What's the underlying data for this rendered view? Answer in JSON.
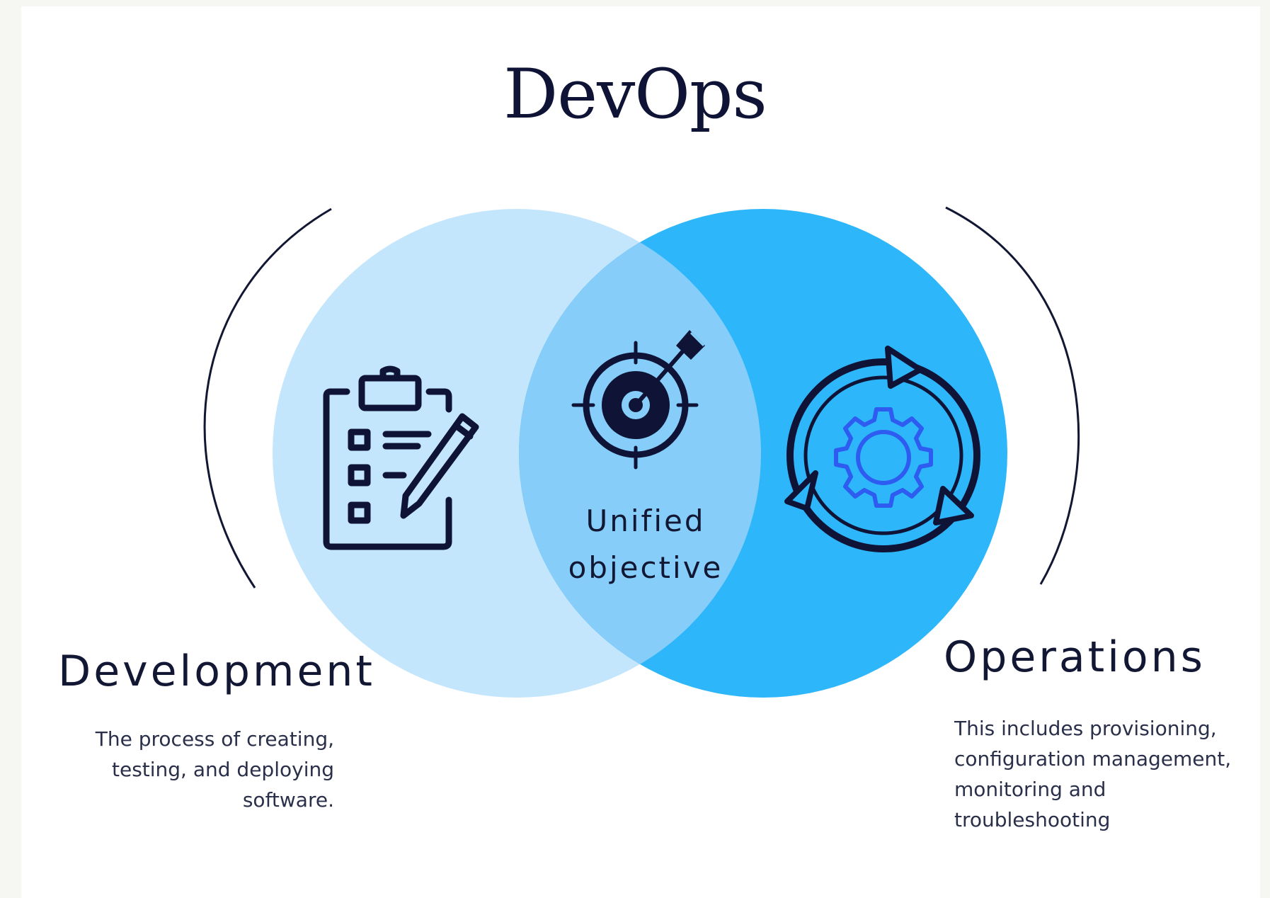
{
  "title": "DevOps",
  "center": {
    "line1": "Unified",
    "line2": "objective"
  },
  "development": {
    "heading": "Development",
    "description": "The process of creating, testing, and deploying software."
  },
  "operations": {
    "heading": "Operations",
    "description": "This includes provisioning, configuration management, monitoring and troubleshooting"
  },
  "colors": {
    "dev_circle": "#c4e6fc",
    "overlap": "#86cdf9",
    "ops_circle": "#2eb6fb",
    "icon_dark": "#0f1436",
    "gear_blue": "#2f5cf0"
  },
  "icons": {
    "development": "clipboard-checklist-icon",
    "center": "target-arrow-icon",
    "operations": "gear-cycle-icon"
  }
}
